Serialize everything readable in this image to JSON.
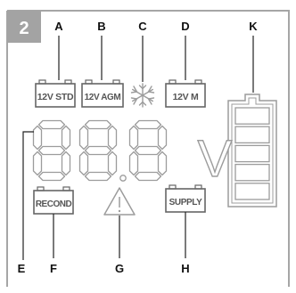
{
  "figure_number": "2",
  "callouts": {
    "A": "A",
    "B": "B",
    "C": "C",
    "D": "D",
    "K": "K",
    "E": "E",
    "F": "F",
    "G": "G",
    "H": "H"
  },
  "indicators": {
    "battery_12v_std": "12V STD",
    "battery_12v_agm": "12V AGM",
    "battery_12v_m": "12V M",
    "recond": "RECOND",
    "supply": "SUPPLY",
    "volt_unit": "V"
  },
  "battery_level": {
    "filled_segments": 5,
    "total_segments": 5
  },
  "icons": {
    "snowflake": "snowflake-icon",
    "warning": "warning-triangle-icon",
    "battery": "battery-gauge-icon"
  },
  "colors": {
    "frame": "#a6a6a6",
    "segment_stroke": "#9c9c9c",
    "label_box": "#666666",
    "callout_text": "#111111",
    "badge_bg": "#a3a3a3",
    "badge_text": "#ffffff"
  }
}
